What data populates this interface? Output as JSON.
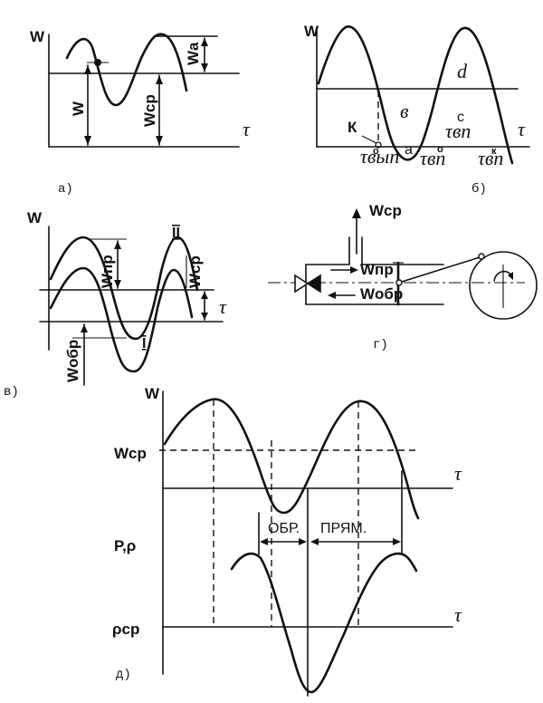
{
  "panels": {
    "a": {
      "caption": "а)",
      "labels": {
        "W": "W",
        "tau": "τ",
        "W_axis": "W",
        "W_sr": "Wср",
        "W_a": "Wа"
      }
    },
    "b": {
      "caption": "б)",
      "labels": {
        "W": "W",
        "tau": "τ",
        "region_d": "d",
        "region_b": "в",
        "region_c": "с",
        "region_a": "а",
        "K": "К",
        "tau_vp": "τвп",
        "tau_vyp": "τвып",
        "tau_vp_0": "τвп",
        "tau_vp_k": "τвп",
        "sup_0": "о",
        "sup_0b": "о",
        "sup_k": "к"
      }
    },
    "v": {
      "caption": "в)",
      "labels": {
        "W": "W",
        "tau": "τ",
        "II": "II",
        "I": "I",
        "W_pr": "Wпр",
        "W_sr": "Wср",
        "W_obr": "Wобр"
      }
    },
    "g": {
      "caption": "г)",
      "labels": {
        "W_sr": "Wср",
        "W_pr": "Wпр",
        "W_obr": "Wобр"
      }
    },
    "d": {
      "caption": "д)",
      "labels": {
        "W": "W",
        "W_sr": "Wср",
        "tau_top": "τ",
        "tau_bottom": "τ",
        "P_rho": "Р,ρ",
        "rho_sr": "ρср",
        "obr": "ОБР.",
        "pryam": "ПРЯМ."
      }
    }
  }
}
